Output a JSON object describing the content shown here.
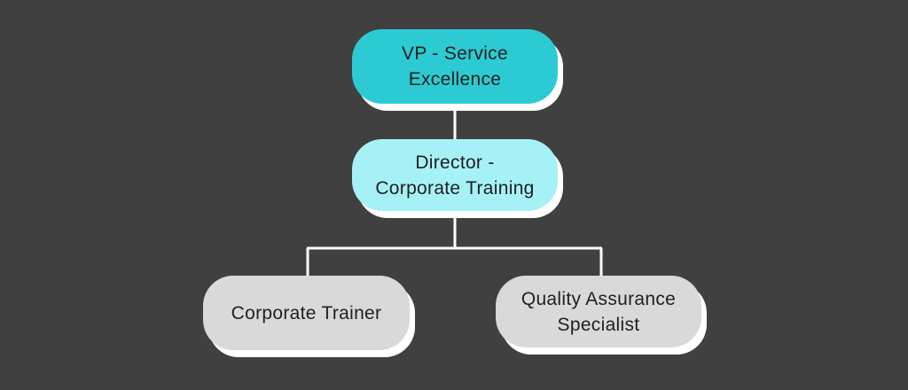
{
  "diagram": {
    "nodes": {
      "vp": {
        "label": "VP - Service\nExcellence",
        "color": "#2ccbd3"
      },
      "director": {
        "label": "Director -\nCorporate Training",
        "color": "#a6f1f6"
      },
      "trainer": {
        "label": "Corporate Trainer",
        "color": "#d9d9d9"
      },
      "qa": {
        "label": "Quality Assurance\nSpecialist",
        "color": "#d9d9d9"
      }
    },
    "edges": [
      {
        "from": "vp",
        "to": "director"
      },
      {
        "from": "director",
        "to": "trainer"
      },
      {
        "from": "director",
        "to": "qa"
      }
    ],
    "colors": {
      "background": "#404040",
      "connector": "#ffffff",
      "shadow": "#ffffff"
    }
  }
}
